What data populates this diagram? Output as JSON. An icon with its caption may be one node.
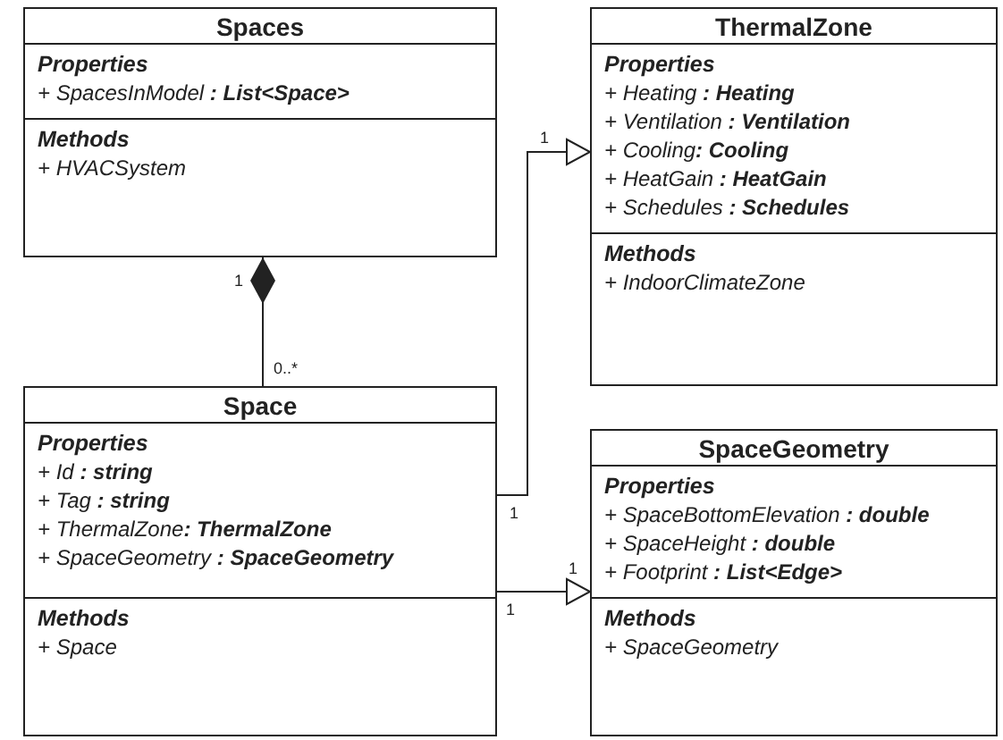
{
  "diagram": {
    "nodes": [
      {
        "text": [
          "Spaces",
          "Properties",
          "+ SpacesInModel **: List<Space>**",
          "Methods",
          "+ HVACSystem"
        ]
      },
      {
        "text": [
          "Space",
          "Properties",
          "+ Id **: string**",
          "+ Tag **: string**",
          "+ ThermalZone**: ThermalZone**",
          "+ SpaceGeometry **: SpaceGeometry**",
          "Methods",
          "+ Space"
        ]
      },
      {
        "text": [
          "ThermalZone",
          "Properties",
          "+ Heating **: Heating**",
          "+ Ventilation **: Ventilation**",
          "+ Cooling**: Cooling**",
          "+ HeatGain **: HeatGain**",
          "+ Schedules **: Schedules**",
          "Methods",
          "+ IndoorClimateZone"
        ]
      },
      {
        "text": [
          "SpaceGeometry",
          "Properties",
          "+ SpaceBottomElevation **: double**",
          "+ SpaceHeight **: double**",
          "+ Footprint **: List<Edge>**",
          "Methods",
          "+ SpaceGeometry"
        ]
      }
    ],
    "edges": [
      {
        "from": 0,
        "to": 1,
        "arrow": "other"
      },
      {
        "from": 1,
        "to": 2,
        "arrow": "to"
      },
      {
        "from": 1,
        "to": 3,
        "arrow": "to"
      }
    ],
    "labels": [
      "1",
      "1",
      "0..*",
      "1",
      "1",
      "1"
    ]
  }
}
